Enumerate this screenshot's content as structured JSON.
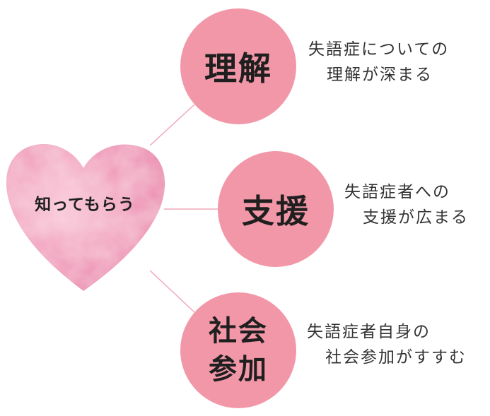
{
  "center": {
    "label": "知ってもらう"
  },
  "branches": {
    "understanding": {
      "title": "理解",
      "desc_line1": "失語症についての",
      "desc_line2": "理解が深まる"
    },
    "support": {
      "title": "支援",
      "desc_line1": "失語症者への",
      "desc_line2": "支援が広まる"
    },
    "participation": {
      "title_line1": "社会",
      "title_line2": "参加",
      "desc_line1": "失語症者自身の",
      "desc_line2": "社会参加がすすむ"
    }
  },
  "colors": {
    "circle": "#f297a8",
    "heart_base": "#f3a6c0",
    "heart_deep": "#e879a3",
    "connector": "#f0a8b8",
    "text": "#1f1f1f"
  }
}
